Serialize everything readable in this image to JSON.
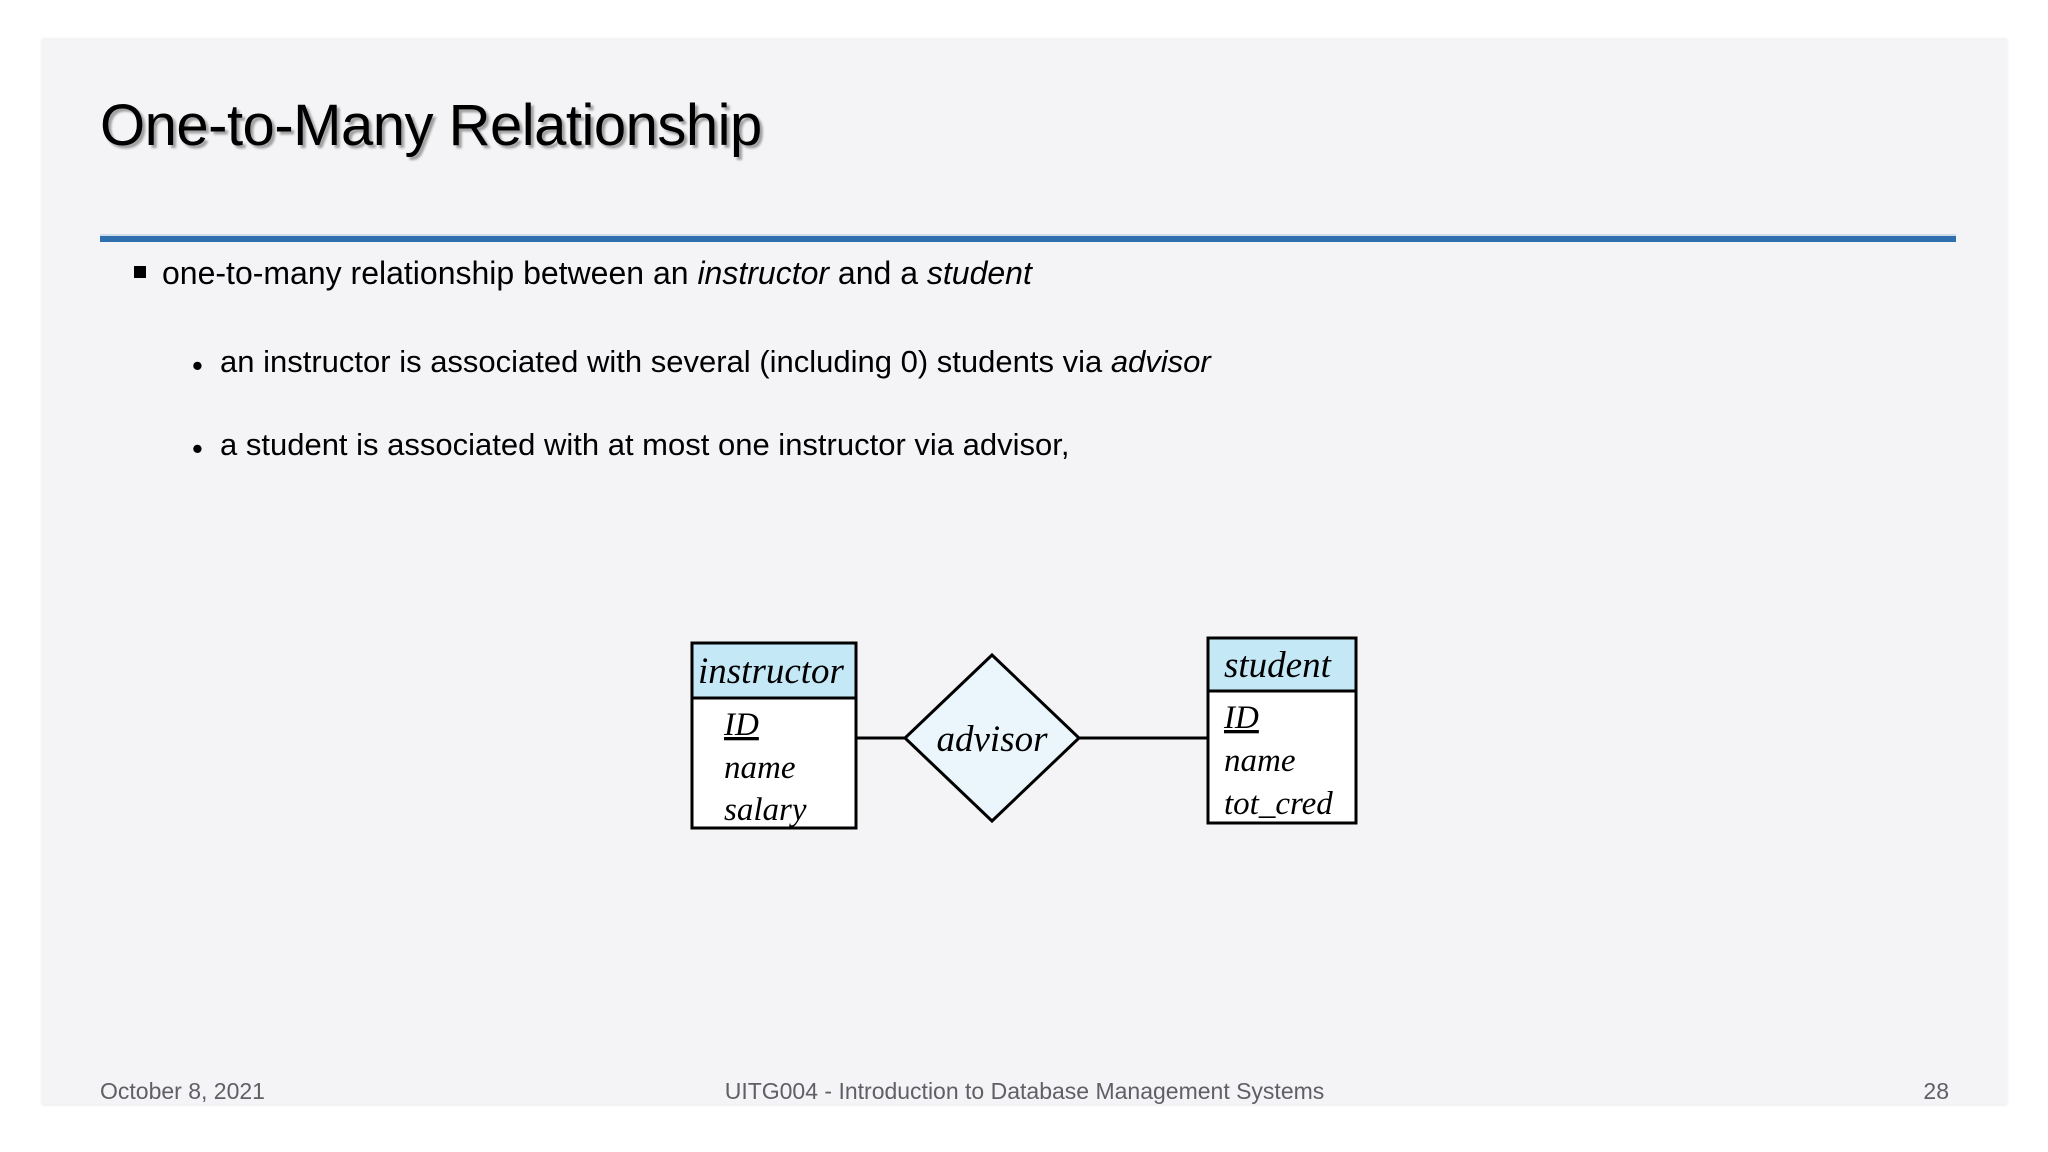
{
  "slide": {
    "title": "One-to-Many Relationship",
    "accent_color": "#2f6faf",
    "background_color": "#f4f4f6"
  },
  "body": {
    "bullet1": {
      "marker": "square-bullet",
      "part1": "one-to-many relationship between an ",
      "em1": "instructor",
      "part2": " and a ",
      "em2": "student"
    },
    "bullet2": {
      "marker": "•",
      "part1": "an instructor is associated with several (including 0) students via ",
      "em1": "advisor"
    },
    "bullet3": {
      "marker": "•",
      "part1": "a student is associated with at most one instructor via advisor,"
    }
  },
  "diagram": {
    "type": "er-diagram",
    "entity_header_color": "#c5e8f7",
    "relationship_fill": "#eaf6fb",
    "stroke_color": "#000000",
    "left_entity": {
      "name": "instructor",
      "attributes": [
        "ID",
        "name",
        "salary"
      ],
      "key_attribute": "ID"
    },
    "right_entity": {
      "name": "student",
      "attributes": [
        "ID",
        "name",
        "tot_cred"
      ],
      "key_attribute": "ID"
    },
    "relationship": {
      "name": "advisor",
      "shape": "diamond",
      "arrow_direction": "left",
      "arrow_target": "instructor",
      "cardinality": "one-to-many"
    }
  },
  "footer": {
    "date": "October 8, 2021",
    "course": "UITG004 - Introduction to Database Management Systems",
    "page_number": "28"
  }
}
